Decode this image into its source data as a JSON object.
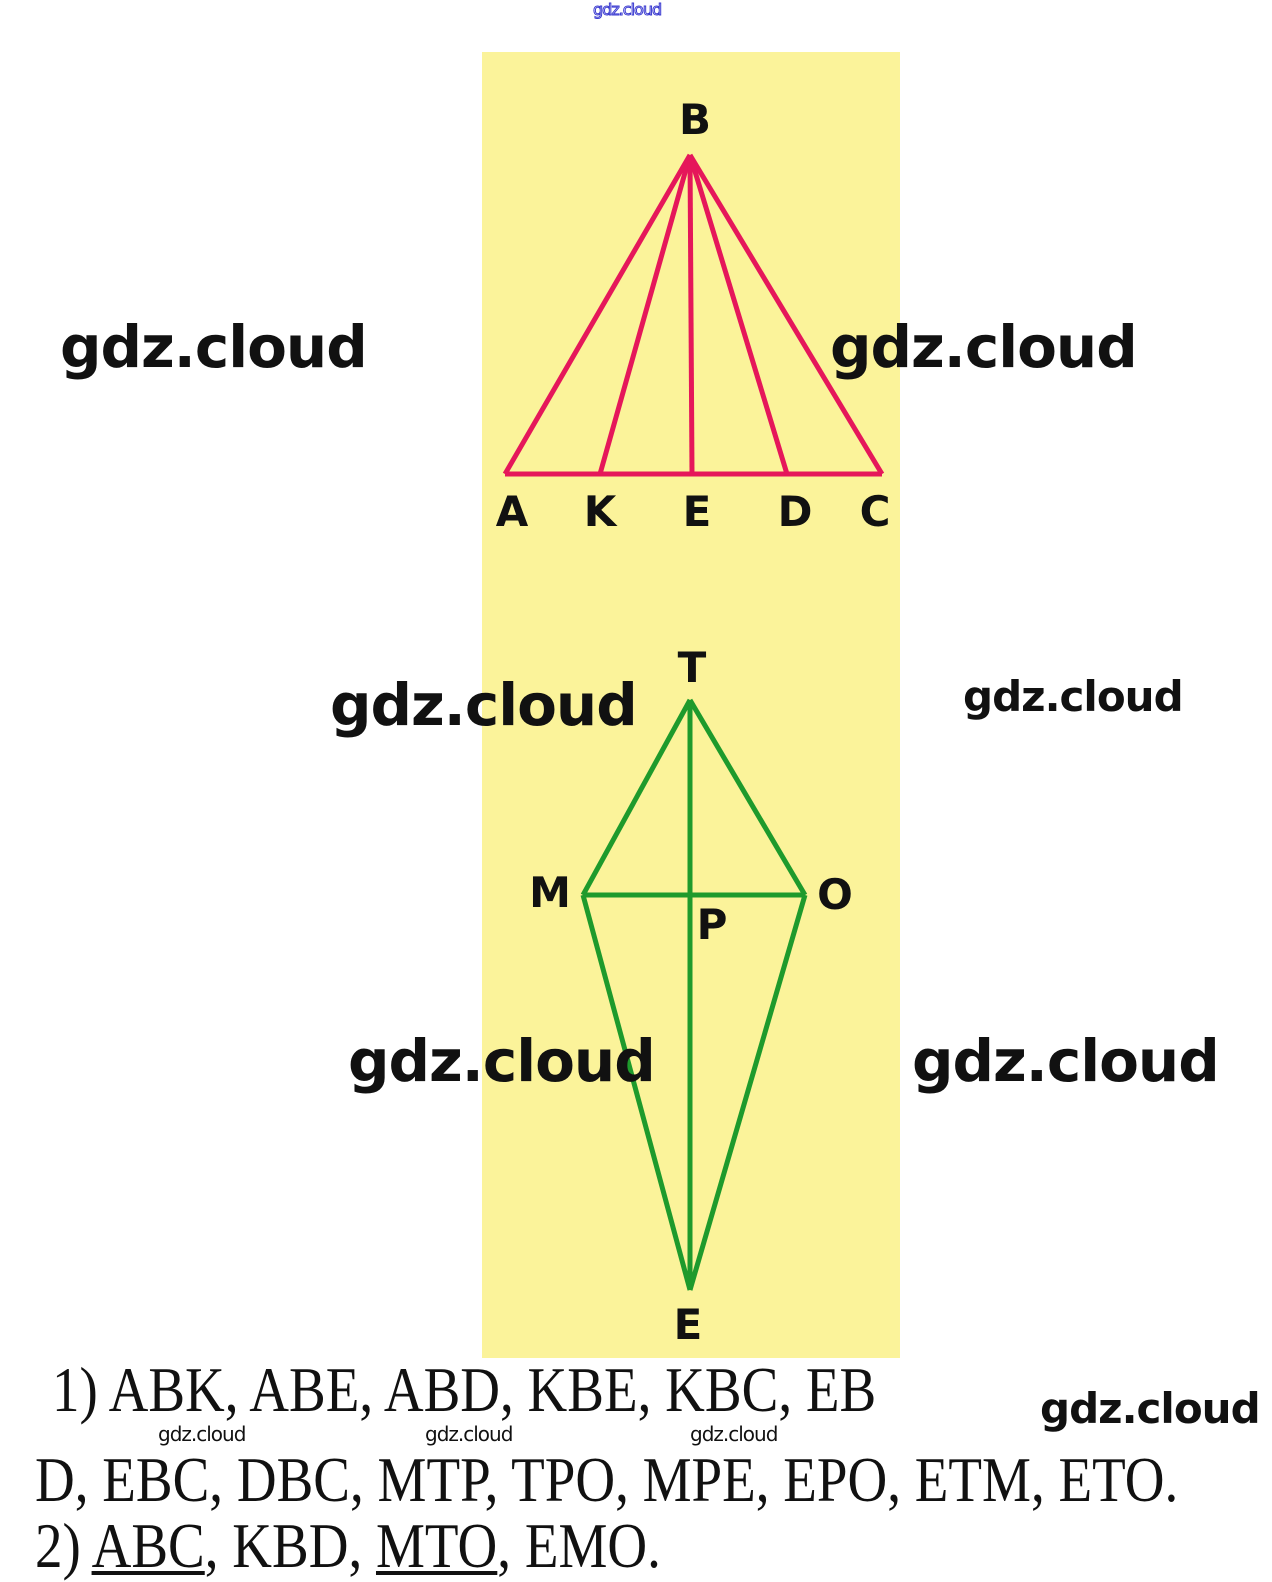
{
  "watermark_top": "gdz.cloud",
  "watermarks": [
    "gdz.cloud",
    "gdz.cloud",
    "gdz.cloud",
    "gdz.cloud",
    "gdz.cloud",
    "gdz.cloud",
    "gdz.cloud",
    "gdz.cloud",
    "gdz.cloud",
    "gdz.cloud"
  ],
  "triangle": {
    "color": "#e5175a",
    "labels": {
      "B": "B",
      "A": "A",
      "K": "K",
      "E": "E",
      "D": "D",
      "C": "C"
    }
  },
  "kite": {
    "color": "#1e9a2c",
    "labels": {
      "T": "T",
      "M": "M",
      "O": "O",
      "P": "P",
      "E": "E"
    }
  },
  "answer": {
    "line1": "1) ABK, ABE, ABD, KBE, KBC, EB",
    "line2": "D, EBC, DBC, MTP, TPO, MPE, EPO, ETM, ETO.",
    "line3": {
      "prefix": "2) ",
      "u1": "ABC",
      "mid": ", KBD, ",
      "u2": "MTO",
      "suffix": ", EMO."
    }
  }
}
